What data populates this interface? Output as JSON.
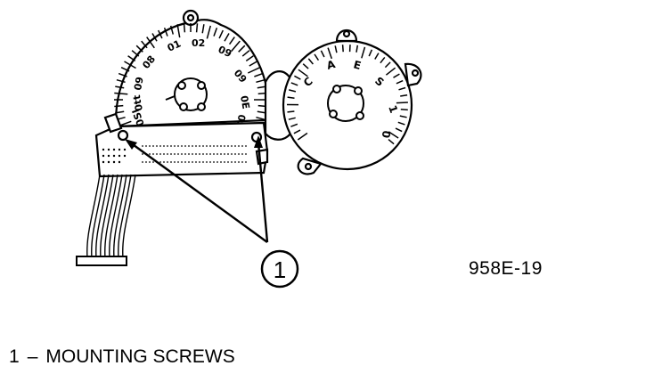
{
  "callouts": [
    {
      "number": "1"
    }
  ],
  "figure_id": "958E-19",
  "legend": [
    {
      "number": "1",
      "separator": "–",
      "label": "MOUNTING SCREWS"
    }
  ],
  "colors": {
    "ink": "#000000",
    "paper": "#ffffff"
  }
}
